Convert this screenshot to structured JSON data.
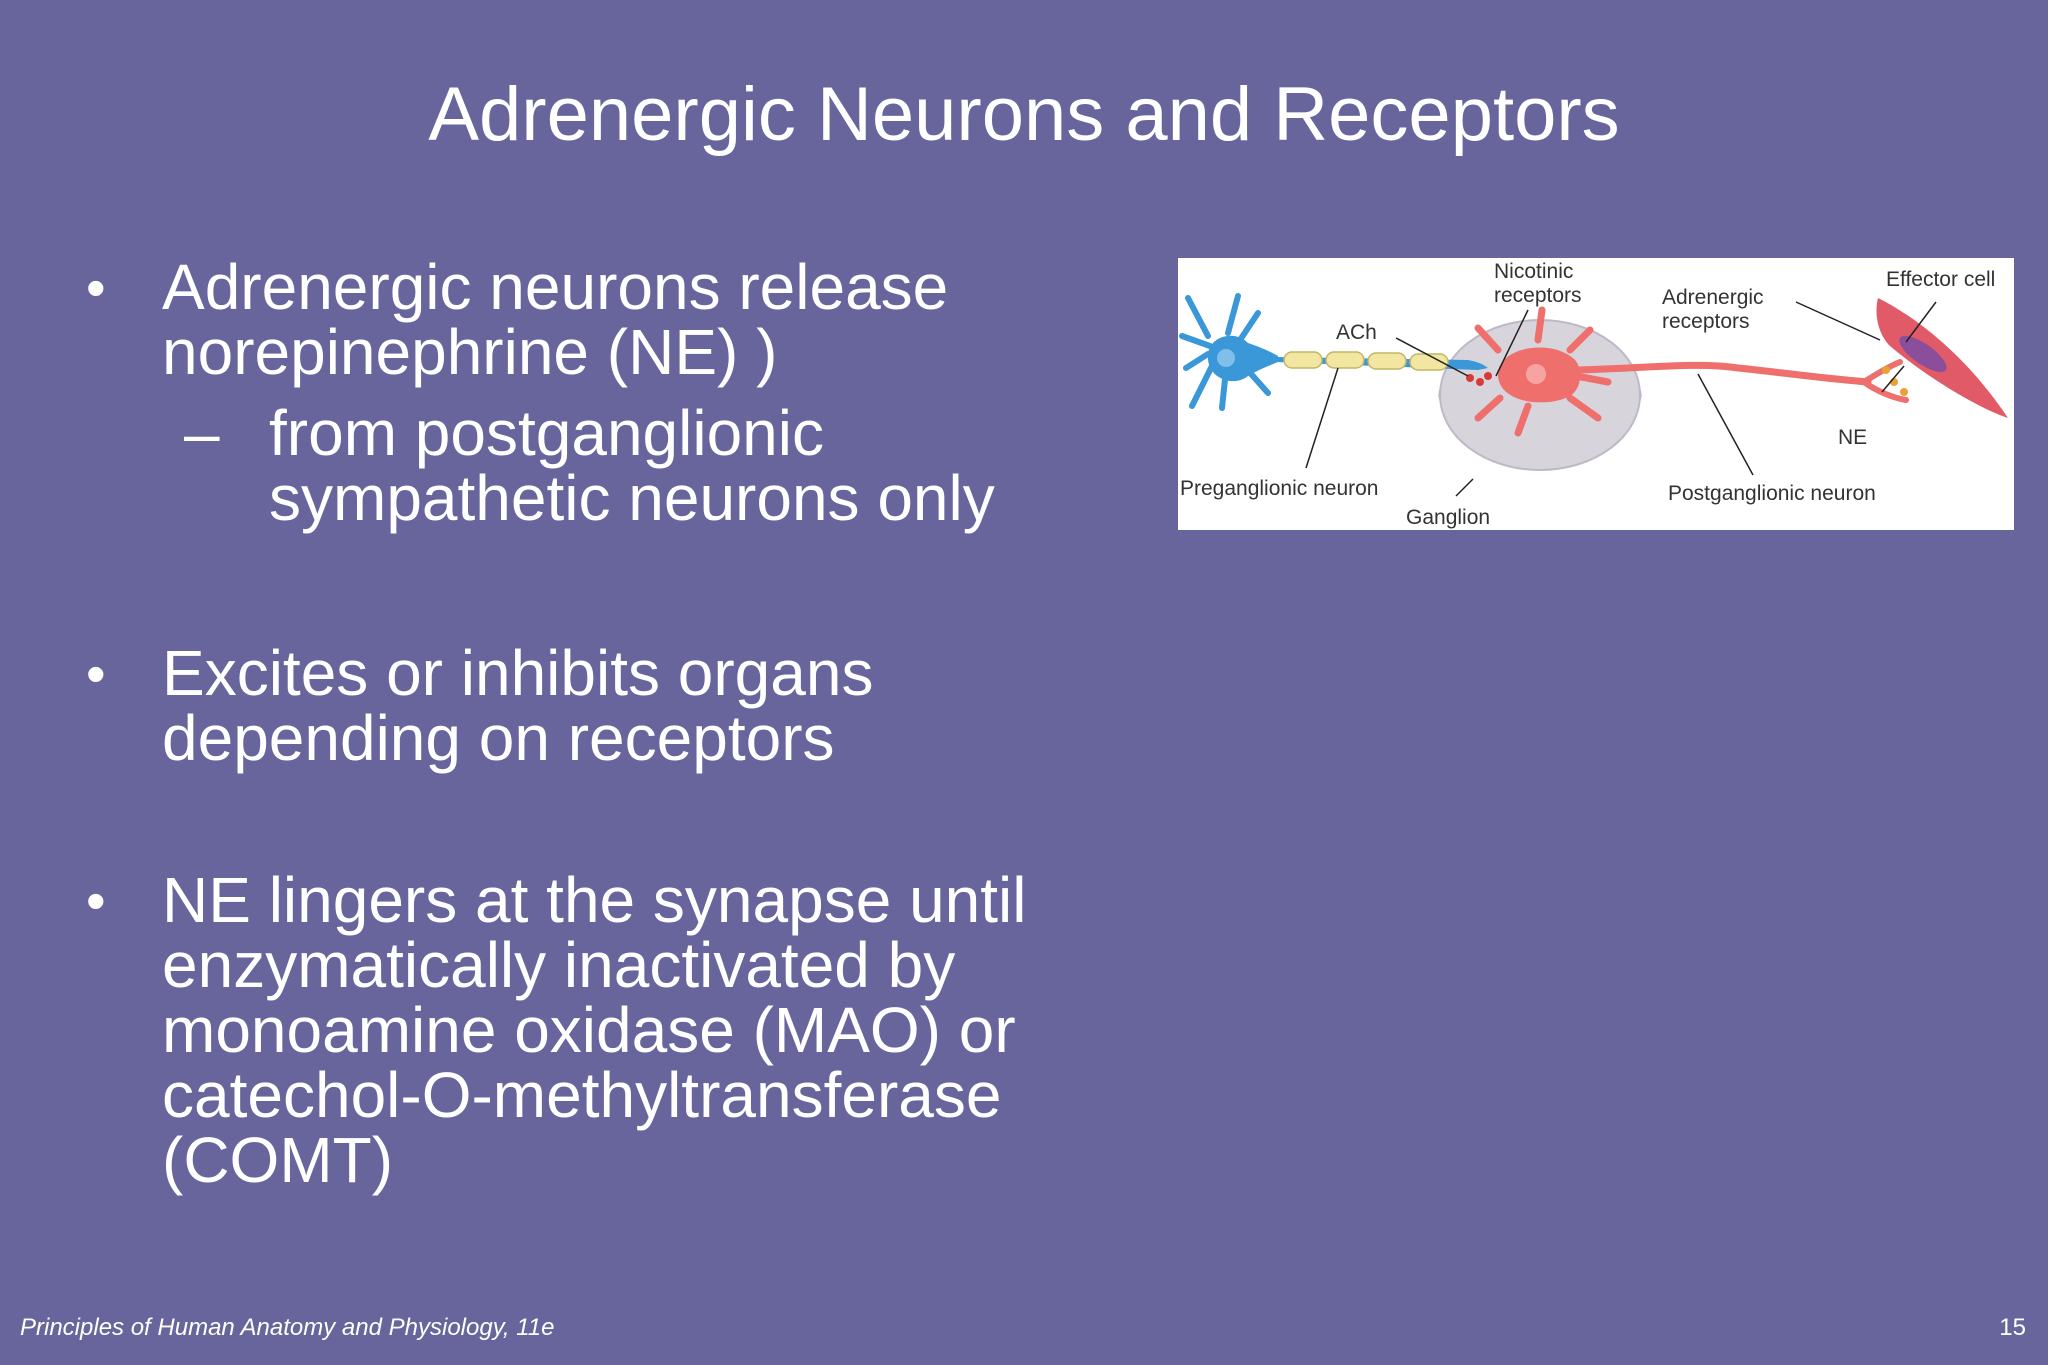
{
  "slide": {
    "title": "Adrenergic Neurons and Receptors",
    "bullets": [
      {
        "text": "Adrenergic neurons release norepinephrine (NE) )"
      },
      {
        "text": "from postganglionic sympathetic neurons only"
      },
      {
        "text": "Excites or inhibits organs depending on receptors"
      },
      {
        "text": "NE lingers at the synapse until enzymatically inactivated by monoamine oxidase (MAO) or catechol-O-methyltransferase (COMT)"
      }
    ],
    "bullet_glyph": "•",
    "dash_glyph": "–"
  },
  "figure": {
    "labels": {
      "nicotinic_1": "Nicotinic",
      "nicotinic_2": "receptors",
      "adrenergic_1": "Adrenergic",
      "adrenergic_2": "receptors",
      "effector": "Effector cell",
      "ach": "ACh",
      "ne": "NE",
      "preganglionic": "Preganglionic neuron",
      "ganglion": "Ganglion",
      "postganglionic": "Postganglionic neuron"
    },
    "colors": {
      "preganglionic_neuron": "#3a97d8",
      "myelin": "#f2e6a0",
      "postganglionic_neuron": "#ee6f6c",
      "ganglion": "#d7d4dc",
      "effector_cell": "#e05a68",
      "effector_nucleus": "#8a4e9a"
    }
  },
  "footer": {
    "source": "Principles of Human Anatomy and Physiology, 11e",
    "page": "15"
  }
}
